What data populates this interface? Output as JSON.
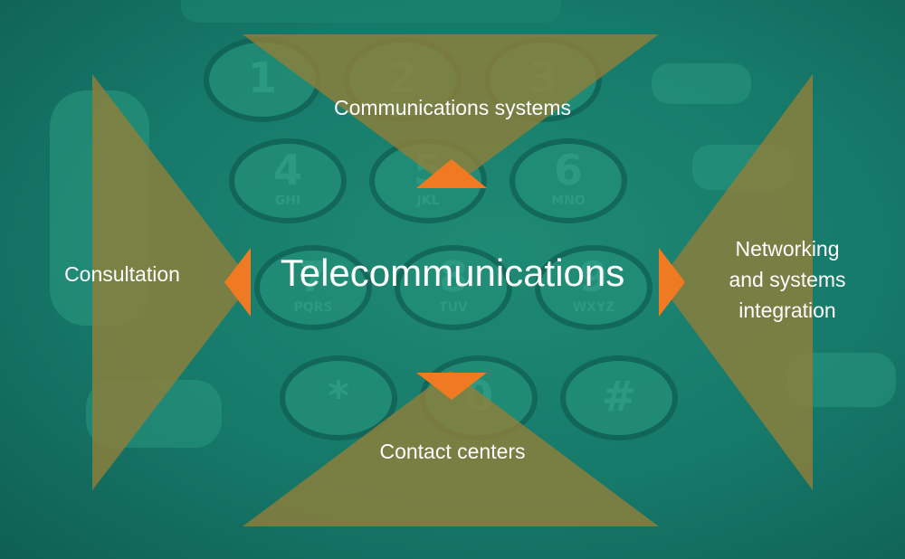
{
  "diagram": {
    "center": "Telecommunications",
    "top": "Communications systems",
    "bottom": "Contact centers",
    "left": "Consultation",
    "right_lines": [
      "Networking",
      "and systems",
      "integration"
    ]
  },
  "background_keypad": {
    "keys": [
      {
        "num": "1",
        "sub": ""
      },
      {
        "num": "2",
        "sub": ""
      },
      {
        "num": "3",
        "sub": ""
      },
      {
        "num": "4",
        "sub": "GHI"
      },
      {
        "num": "5",
        "sub": "JKL"
      },
      {
        "num": "6",
        "sub": "MNO"
      },
      {
        "num": "7",
        "sub": "PQRS"
      },
      {
        "num": "8",
        "sub": "TUV"
      },
      {
        "num": "9",
        "sub": "WXYZ"
      },
      {
        "num": "*",
        "sub": ""
      },
      {
        "num": "0",
        "sub": ""
      },
      {
        "num": "#",
        "sub": ""
      }
    ]
  },
  "colors": {
    "background": "#167a67",
    "triangle_fill": "#8f7f3a",
    "arrow": "#f07a22",
    "text": "#ffffff"
  }
}
